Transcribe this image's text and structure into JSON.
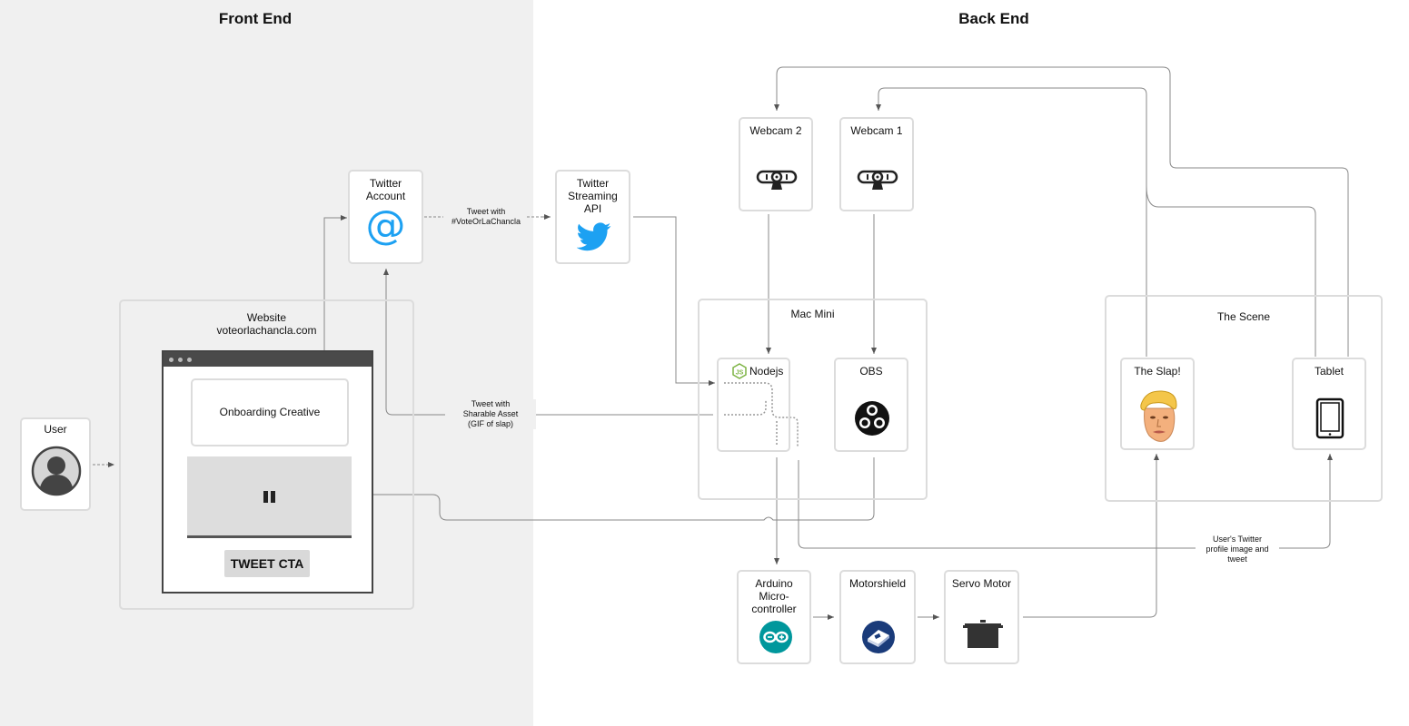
{
  "sections": {
    "front_end": "Front End",
    "back_end": "Back End"
  },
  "nodes": {
    "user": "User",
    "website_title": "Website",
    "website_url": "voteorlachancla.com",
    "onboarding": "Onboarding Creative",
    "tweet_cta": "TWEET CTA",
    "twitter_account": "Twitter\nAccount",
    "twitter_streaming": "Twitter\nStreaming\nAPI",
    "webcam2": "Webcam 2",
    "webcam1": "Webcam 1",
    "mac_mini": "Mac Mini",
    "nodejs": "Nodejs",
    "obs": "OBS",
    "the_scene": "The Scene",
    "the_slap": "The Slap!",
    "tablet": "Tablet",
    "arduino": "Arduino\nMicro-\ncontroller",
    "motorshield": "Motorshield",
    "servo": "Servo Motor"
  },
  "edge_labels": {
    "tweet_with_hashtag": "Tweet with\n#VoteOrLaChancla",
    "tweet_sharable": "Tweet with\nSharable Asset\n(GIF of slap)",
    "user_profile": "User's Twitter\nprofile image and\ntweet"
  },
  "icons": {
    "user": "user-avatar-icon",
    "twitter_account": "at-sign-icon",
    "twitter_streaming": "twitter-bird-icon",
    "webcam": "webcam-icon",
    "nodejs": "nodejs-icon",
    "obs": "obs-icon",
    "slap": "face-mask-icon",
    "tablet": "tablet-icon",
    "arduino": "arduino-icon",
    "motorshield": "motorshield-icon",
    "servo": "servo-motor-icon",
    "pause": "pause-icon"
  },
  "colors": {
    "twitter_blue": "#1da1f2",
    "arduino_teal": "#00979c",
    "shield_navy": "#1a3b7a",
    "nodejs_green": "#7cb342"
  }
}
